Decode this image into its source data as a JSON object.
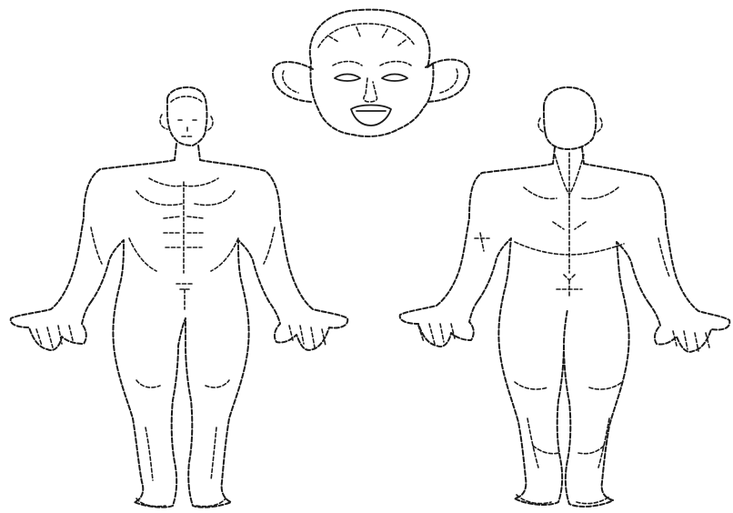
{
  "figure": {
    "views": [
      {
        "id": "face",
        "description_icon": "face-icon"
      },
      {
        "id": "anterior",
        "description_icon": "body-front-icon"
      },
      {
        "id": "posterior",
        "description_icon": "body-back-icon"
      }
    ],
    "colors": {
      "background": "#ffffff",
      "line": "#1a1a1a"
    }
  }
}
